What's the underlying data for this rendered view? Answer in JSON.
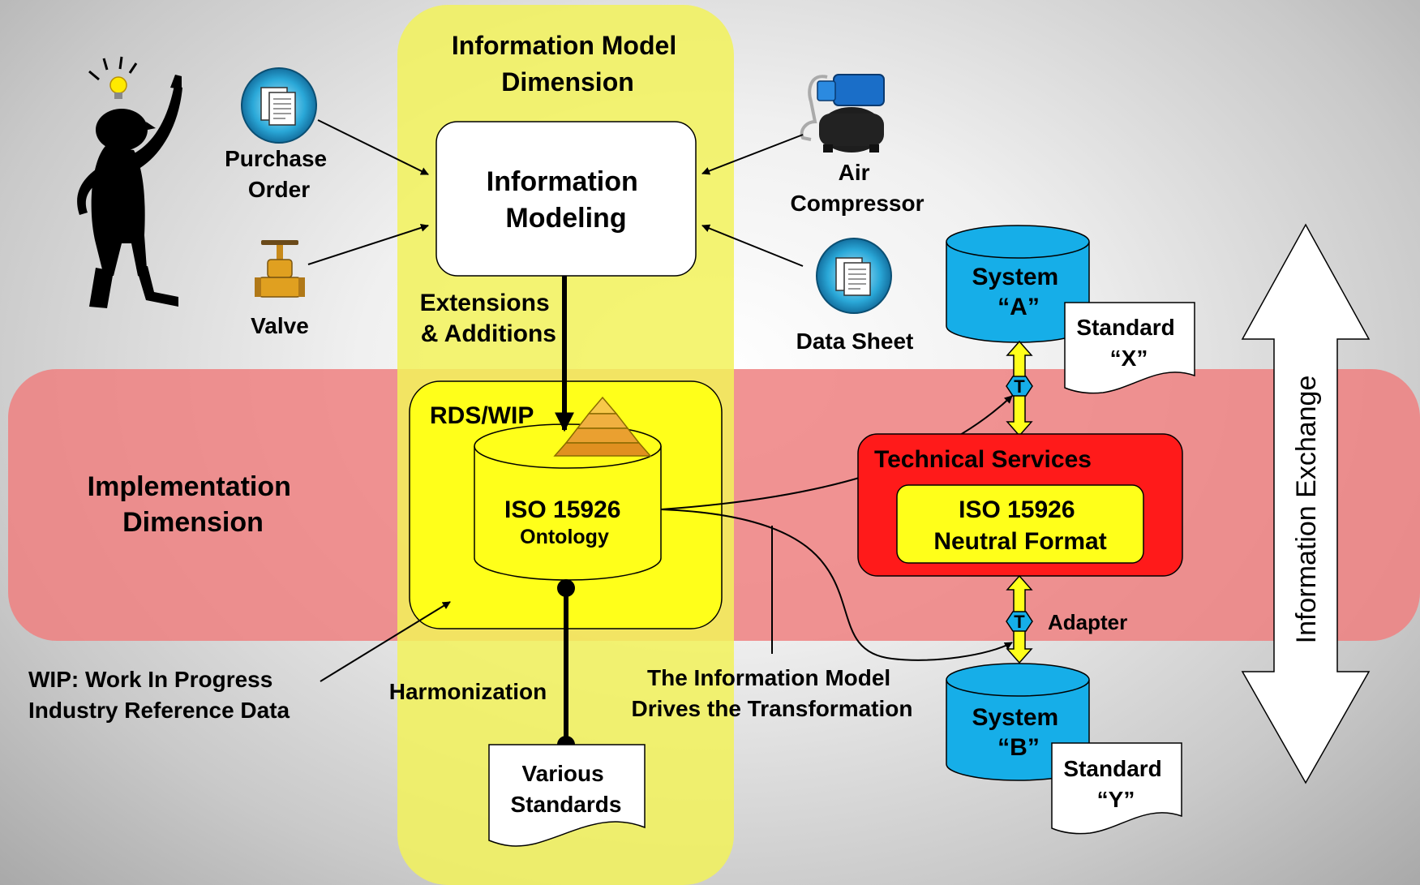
{
  "model_dimension": {
    "line1": "Information Model",
    "line2": "Dimension"
  },
  "implementation_dimension": {
    "line1": "Implementation",
    "line2": "Dimension"
  },
  "modeling_box": {
    "line1": "Information",
    "line2": "Modeling"
  },
  "purchase_order": {
    "line1": "Purchase",
    "line2": "Order"
  },
  "valve": {
    "label": "Valve"
  },
  "air_compressor": {
    "line1": "Air",
    "line2": "Compressor"
  },
  "data_sheet": {
    "label": "Data Sheet"
  },
  "extensions": {
    "line1": "Extensions",
    "line2": "& Additions"
  },
  "rds": {
    "label": "RDS/WIP"
  },
  "ontology": {
    "line1": "ISO 15926",
    "line2": "Ontology"
  },
  "system_a": {
    "line1": "System",
    "line2": "“A”"
  },
  "standard_x": {
    "line1": "Standard",
    "line2": "“X”"
  },
  "technical_services": {
    "label": "Technical Services"
  },
  "neutral_format": {
    "line1": "ISO 15926",
    "line2": "Neutral Format"
  },
  "adapter": {
    "label": "Adapter",
    "t_badge": "T"
  },
  "system_b": {
    "line1": "System",
    "line2": "“B”"
  },
  "standard_y": {
    "line1": "Standard",
    "line2": "“Y”"
  },
  "information_exchange": {
    "label": "Information Exchange"
  },
  "wip_note": {
    "line1": "WIP: Work In Progress",
    "line2": "Industry Reference Data"
  },
  "harmonization": {
    "label": "Harmonization"
  },
  "drives": {
    "line1": "The Information Model",
    "line2": "Drives the Transformation"
  },
  "various_standards": {
    "line1": "Various",
    "line2": "Standards"
  },
  "colors": {
    "model_band": "#f2f25a",
    "implementation_band": "#ee8080",
    "technical_services": "#ff1a1a",
    "cylinder_blue": "#16aee8",
    "cylinder_yellow": "#ffff1a"
  }
}
